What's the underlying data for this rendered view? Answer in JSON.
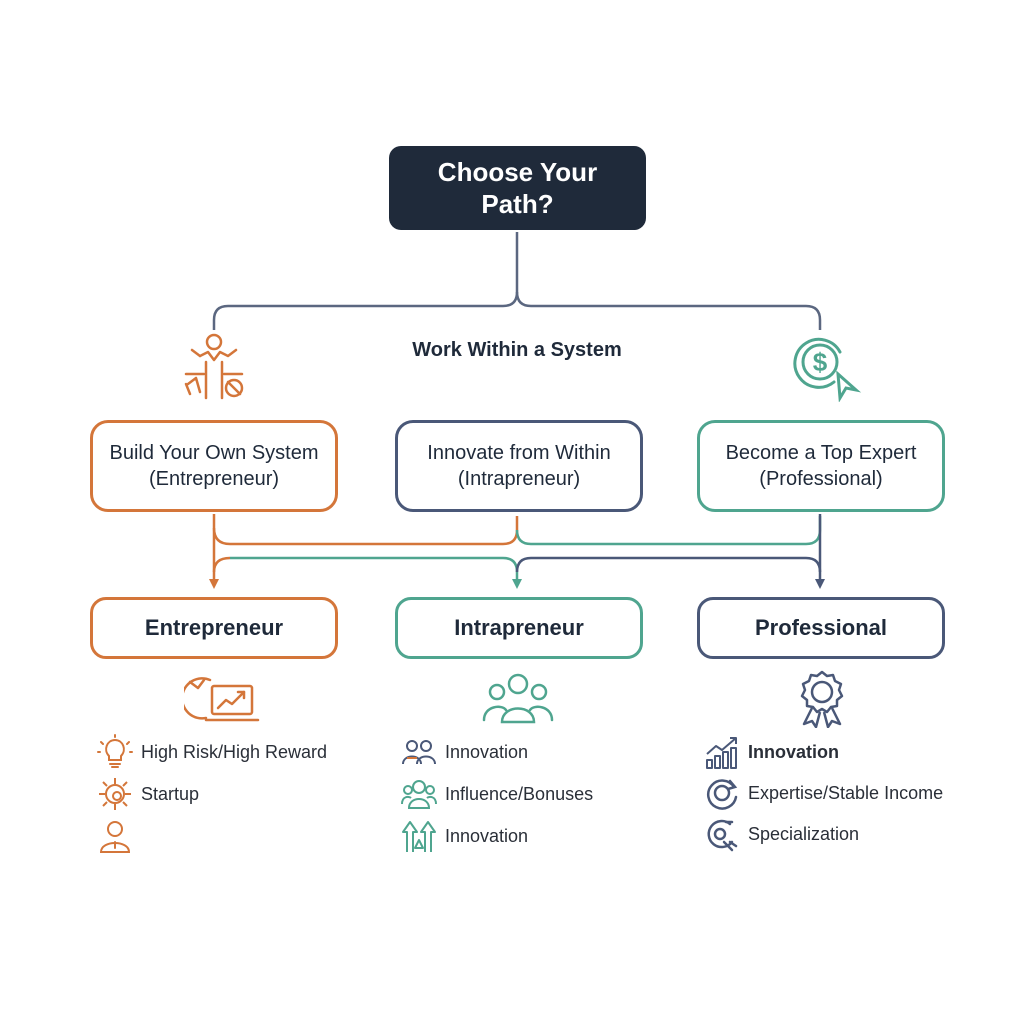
{
  "colors": {
    "orange": "#d4763a",
    "slate": "#4a5878",
    "teal": "#4fa58f",
    "dark": "#1f2a3a"
  },
  "root": {
    "label": "Choose Your Path?"
  },
  "middle_label": "Work Within a System",
  "options": [
    {
      "id": "entrepreneur",
      "label": "Build Your Own System (Entrepreneur)",
      "color": "#d4763a",
      "icon": "entrepreneur-figure-icon"
    },
    {
      "id": "intrapreneur",
      "label": "Innovate from Within (Intrapreneur)",
      "color": "#4a5878",
      "icon": ""
    },
    {
      "id": "professional",
      "label": "Become a Top Expert (Professional)",
      "color": "#4fa58f",
      "icon": "dollar-badge-icon"
    }
  ],
  "outcomes": [
    {
      "label": "Entrepreneur",
      "color": "#d4763a",
      "icon": "laptop-growth-icon",
      "items": [
        {
          "text": "High Risk/High Reward",
          "icon": "lightbulb-icon"
        },
        {
          "text": "Startup",
          "icon": "gear-icon"
        },
        {
          "text": "",
          "icon": "person-icon"
        }
      ]
    },
    {
      "label": "Intrapreneur",
      "color": "#4fa58f",
      "icon": "team-icon",
      "items": [
        {
          "text": "Innovation",
          "icon": "people-icon"
        },
        {
          "text": "Influence/Bonuses",
          "icon": "group-icon"
        },
        {
          "text": "Innovation",
          "icon": "growth-arrows-icon"
        }
      ]
    },
    {
      "label": "Professional",
      "color": "#4a5878",
      "icon": "award-ribbon-icon",
      "items": [
        {
          "text": "Innovation",
          "icon": "bar-chart-icon"
        },
        {
          "text": "Expertise/Stable Income",
          "icon": "circular-arrow-icon"
        },
        {
          "text": "Specialization",
          "icon": "magnet-icon"
        }
      ]
    }
  ]
}
